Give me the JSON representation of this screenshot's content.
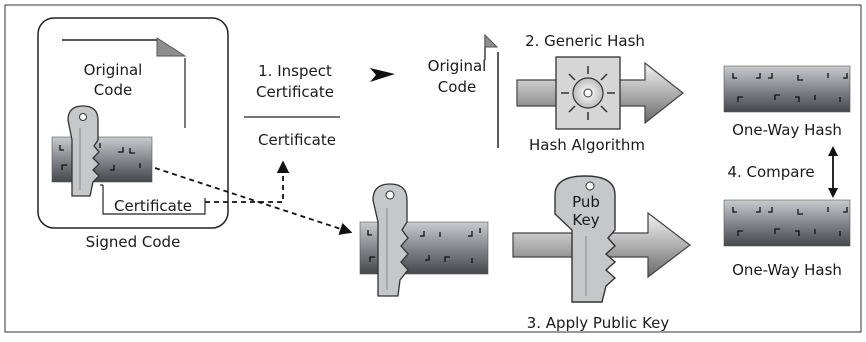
{
  "labels": {
    "original_code_left_line1": "Original",
    "original_code_left_line2": "Code",
    "certificate_box": "Certificate",
    "signed_code": "Signed Code",
    "step1_line1": "1. Inspect",
    "step1_line2": "Certificate",
    "certificate_mid": "Certificate",
    "original_code_mid_line1": "Original",
    "original_code_mid_line2": "Code",
    "step2": "2. Generic Hash",
    "hash_algorithm": "Hash Algorithm",
    "one_way_hash_top": "One-Way Hash",
    "step4": "4. Compare",
    "one_way_hash_bottom": "One-Way Hash",
    "pub_key_line1": "Pub",
    "pub_key_line2": "Key",
    "step3": "3. Apply Public Key"
  },
  "icons": [
    "document-icon",
    "key-icon",
    "encrypted-hash-icon",
    "hash-algorithm-icon",
    "arrow-icon"
  ],
  "colors": {
    "background": "#ffffff",
    "frame": "#222222",
    "block_light": "#bfc2c6",
    "block_dark": "#4f5258",
    "key_fill": "#c6c7c9",
    "arrow_light": "#e0e0e0",
    "arrow_dark": "#7c7c7c"
  }
}
